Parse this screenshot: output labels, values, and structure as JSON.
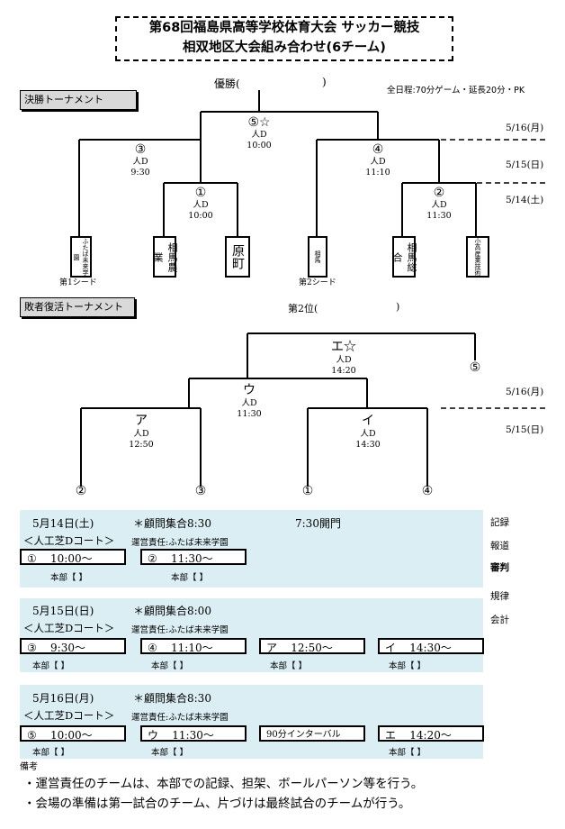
{
  "title": {
    "line1": "第68回福島県高等学校体育大会 サッカー競技",
    "line2": "相双地区大会組み合わせ(6チーム)"
  },
  "final_tournament": {
    "label": "決勝トーナメント",
    "winner_label": "優勝(",
    "winner_close": ")",
    "note": "全日程:70分ゲーム・延長20分・PK",
    "dates": [
      "5/16(月)",
      "5/15(日)",
      "5/14(土)"
    ],
    "matches": [
      {
        "num": "⑤☆",
        "venue": "人D",
        "time": "10:00"
      },
      {
        "num": "③",
        "venue": "人D",
        "time": "9:30"
      },
      {
        "num": "④",
        "venue": "人D",
        "time": "11:10"
      },
      {
        "num": "①",
        "venue": "人D",
        "time": "10:00"
      },
      {
        "num": "②",
        "venue": "人D",
        "time": "11:30"
      }
    ],
    "teams": [
      "ふたば未来学園",
      "相馬農業",
      "原町",
      "相馬",
      "相馬総合",
      "小高産業技術"
    ],
    "seeds": [
      "第1シード",
      "第2シード"
    ]
  },
  "consolation": {
    "label": "敗者復活トーナメント",
    "second_label": "第2位(",
    "second_close": ")",
    "dates": [
      "5/16(月)",
      "5/15(日)"
    ],
    "matches": [
      {
        "num": "エ☆",
        "venue": "人D",
        "time": "14:20"
      },
      {
        "num": "ウ",
        "venue": "人D",
        "time": "11:30"
      },
      {
        "num": "ア",
        "venue": "人D",
        "time": "12:50"
      },
      {
        "num": "イ",
        "venue": "人D",
        "time": "14:30"
      }
    ],
    "right_entry": "⑤",
    "bottom": [
      "②",
      "③",
      "①",
      "④"
    ]
  },
  "schedule": [
    {
      "date": "5月14日(土)",
      "meeting": "＊顧問集合8:30",
      "open": "7:30開門",
      "court": "＜人工芝Dコート＞",
      "manager": "運営責任:ふたば未来学園",
      "slots": [
        {
          "n": "①",
          "t": "10:00〜"
        },
        {
          "n": "②",
          "t": "11:30〜"
        }
      ],
      "hq": "本部【 】"
    },
    {
      "date": "5月15日(日)",
      "meeting": "＊顧問集合8:00",
      "court": "＜人工芝Dコート＞",
      "manager": "運営責任:ふたば未来学園",
      "slots": [
        {
          "n": "③",
          "t": "9:30〜"
        },
        {
          "n": "④",
          "t": "11:10〜"
        },
        {
          "n": "ア",
          "t": "12:50〜"
        },
        {
          "n": "イ",
          "t": "14:30〜"
        }
      ],
      "hq": "本部【 】"
    },
    {
      "date": "5月16日(月)",
      "meeting": "＊顧問集合8:30",
      "court": "＜人工芝Dコート＞",
      "manager": "運営責任:ふたば未来学園",
      "slots": [
        {
          "n": "⑤",
          "t": "10:00〜"
        },
        {
          "n": "ウ",
          "t": "11:30〜"
        },
        {
          "n": "",
          "t": "90分インターバル"
        },
        {
          "n": "エ",
          "t": "14:20〜"
        }
      ],
      "hq": "本部【 】"
    }
  ],
  "side_labels": [
    "記録",
    "報道",
    "審判",
    "規律",
    "会計"
  ],
  "remarks": {
    "label": "備考",
    "lines": [
      "・運営責任のチームは、本部での記録、担架、ボールパーソン等を行う。",
      "・会場の準備は第一試合のチーム、片づけは最終試合のチームが行う。"
    ]
  }
}
